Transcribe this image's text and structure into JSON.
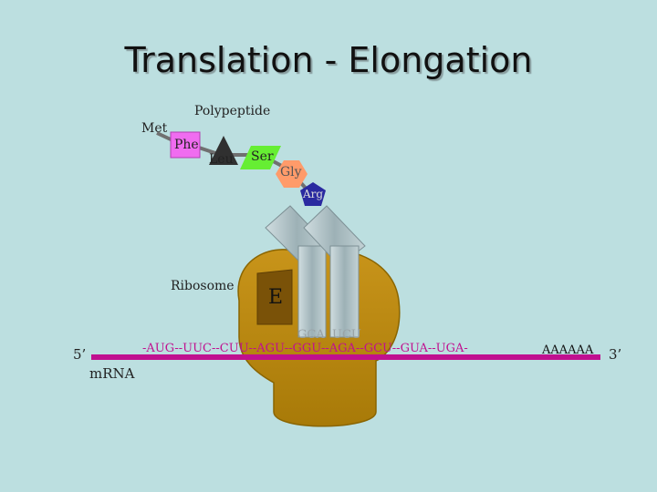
{
  "title": "Translation - Elongation",
  "polypeptide_label": "Polypeptide",
  "amino_acids": {
    "met": "Met",
    "phe": "Phe",
    "leu": "Leu",
    "ser": "Ser",
    "gly": "Gly",
    "arg": "Arg"
  },
  "ribosome_label": "Ribosome",
  "site_label": "E",
  "anticodons": {
    "first": "GCA",
    "second": "UCU"
  },
  "mrna": {
    "five_prime": "5’",
    "three_prime": "3’",
    "sequence": "-AUG--UUC--CUU--AGU--GGU--AGA--GCU--GUA--UGA-",
    "poly_a": "AAAAAA",
    "label": "mRNA"
  },
  "colors": {
    "background": "#bcdfe0",
    "ribosome": "#b8860b",
    "mrna_line": "#c0108f",
    "phe": "#f06cf0",
    "leu": "#303030",
    "ser": "#66ee33",
    "gly": "#ff9b6a",
    "arg": "#2a2aa0",
    "trna": "#a8b8bc"
  }
}
